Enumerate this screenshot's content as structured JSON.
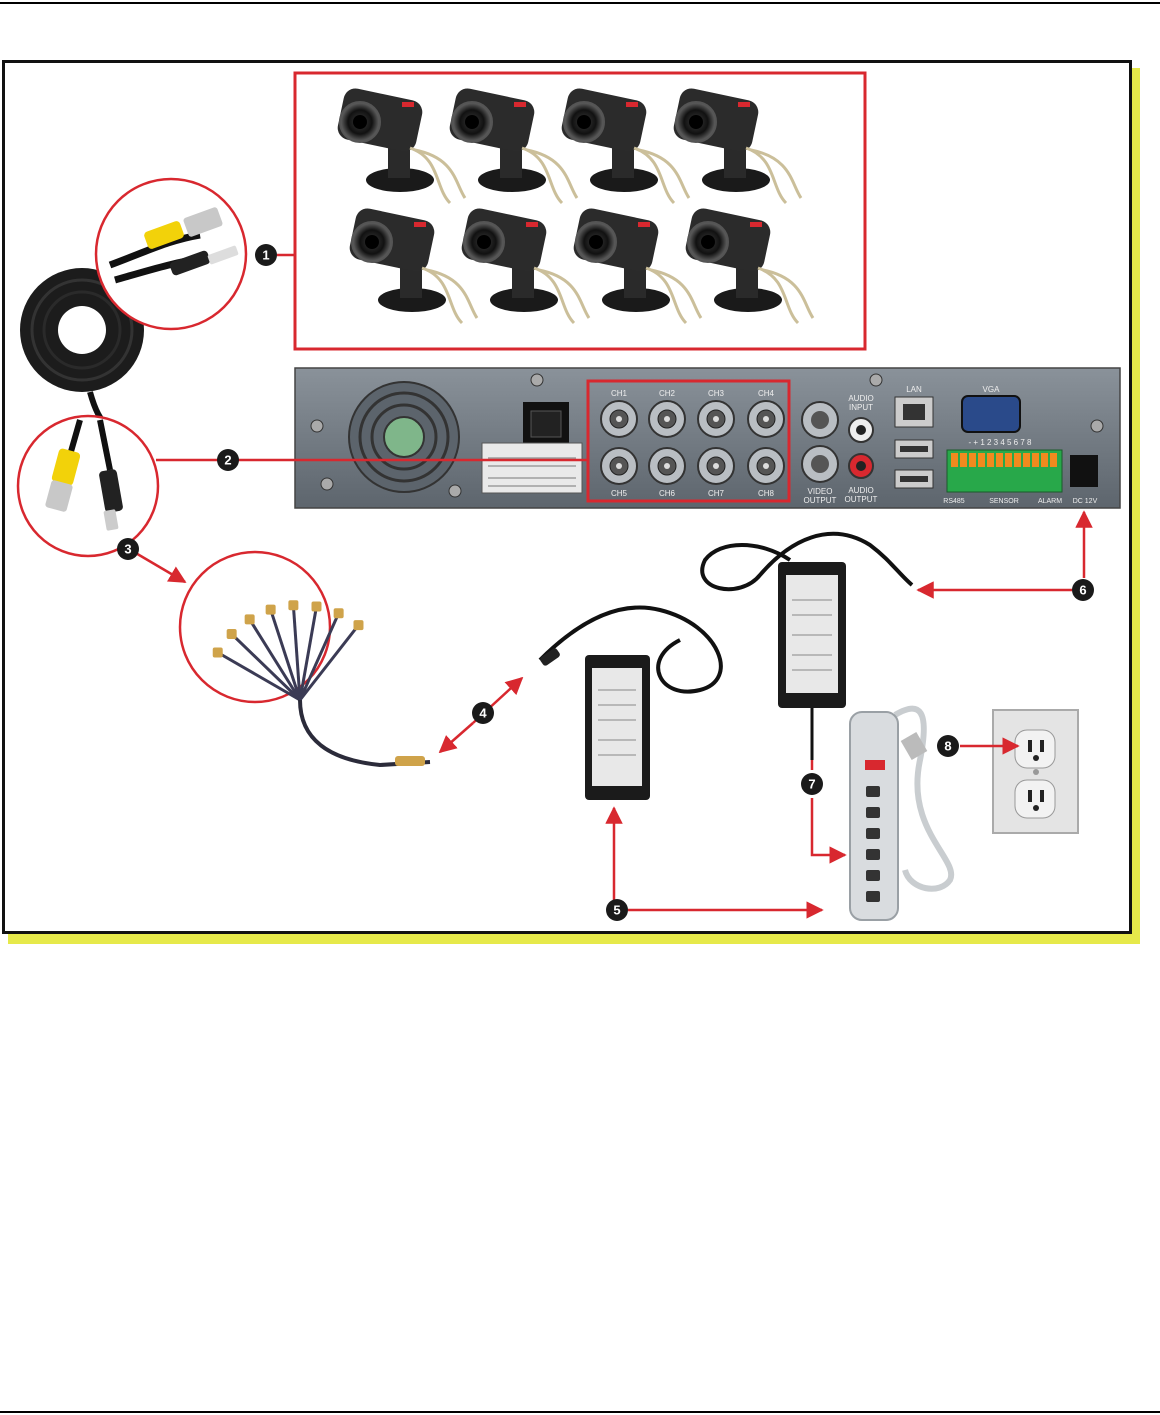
{
  "panel": {
    "channels": [
      "CH1",
      "CH2",
      "CH3",
      "CH4",
      "CH5",
      "CH6",
      "CH7",
      "CH8"
    ],
    "audio_input": [
      "AUDIO",
      "INPUT"
    ],
    "audio_output": [
      "AUDIO",
      "OUTPUT"
    ],
    "video_output": [
      "VIDEO",
      "OUTPUT"
    ],
    "lan": "LAN",
    "vga": "VGA",
    "rs485": "RS485",
    "sensor": "SENSOR",
    "alarm": "ALARM",
    "dc": "DC 12V",
    "sensor_numbers": "- + 1 2 3 4 5 6 7 8"
  },
  "callouts": [
    "1",
    "2",
    "3",
    "4",
    "5",
    "6",
    "7",
    "8"
  ],
  "colors": {
    "accent": "#d8282f",
    "frame_shadow": "#e6e94a",
    "callout": "#1a1a1a"
  }
}
